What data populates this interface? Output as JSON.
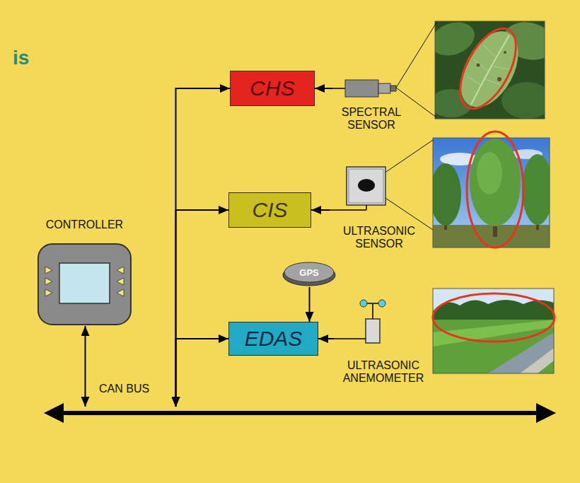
{
  "diagram": {
    "nodes": [
      {
        "text": [
          "CHS"
        ]
      },
      {
        "text": [
          "SPECTRAL SENSOR"
        ]
      },
      {
        "text": [
          "CIS"
        ]
      },
      {
        "text": [
          "ULTRASONIC SENSOR"
        ]
      },
      {
        "text": [
          "CONTROLLER"
        ]
      },
      {
        "text": [
          "GPS"
        ]
      },
      {
        "text": [
          "EDAS"
        ]
      },
      {
        "text": [
          "ULTRASONIC ANEMOMETER"
        ]
      },
      {
        "text": [
          "CAN BUS"
        ]
      }
    ],
    "edges": [
      {
        "from": 1,
        "to": 0,
        "arrow": "to"
      },
      {
        "from": 0,
        "to": 8,
        "arrow": "both"
      },
      {
        "from": 3,
        "to": 2,
        "arrow": "to"
      },
      {
        "from": 2,
        "to": 8,
        "arrow": "both"
      },
      {
        "from": 4,
        "to": 8,
        "arrow": "both"
      },
      {
        "from": 5,
        "to": 6,
        "arrow": "to"
      },
      {
        "from": 7,
        "to": 6,
        "arrow": "to"
      },
      {
        "from": 6,
        "to": 8,
        "arrow": "both"
      }
    ],
    "labels": [
      "is"
    ]
  }
}
